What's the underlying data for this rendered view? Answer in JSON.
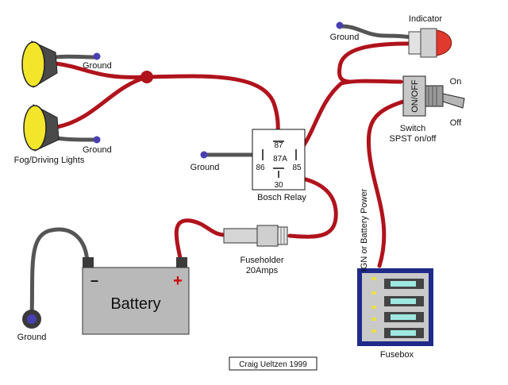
{
  "labels": {
    "indicator": "Indicator",
    "ground_indicator": "Ground",
    "on": "On",
    "off": "Off",
    "switch_line1": "Switch",
    "switch_line2": "SPST on/off",
    "switch_face": "ON/OFF",
    "ground_lamp_top": "Ground",
    "ground_lamp_bottom": "Ground",
    "fog_lights": "Fog/Driving Lights",
    "ground_relay": "Ground",
    "relay_name": "Bosch Relay",
    "pin_87": "87",
    "pin_87a": "87A",
    "pin_86": "86",
    "pin_85": "85",
    "pin_30": "30",
    "fuseholder_line1": "Fuseholder",
    "fuseholder_line2": "20Amps",
    "ign_power": "IGN or Battery Power",
    "fusebox": "Fusebox",
    "battery": "Battery",
    "battery_minus": "–",
    "battery_plus": "+",
    "ground_battery": "Ground",
    "credit": "Craig Ueltzen 1999"
  },
  "colors": {
    "wire_power": "#b0131c",
    "wire_ground": "#555555",
    "ground_terminal": "#4a3fb0",
    "lamp_lens": "#f3e62a",
    "lamp_body": "#4a4a4a",
    "battery_body": "#b9b9b9",
    "fusebox_frame": "#1f2a8a",
    "fuse": "#9fe8e0",
    "indicator_lamp": "#e0392e"
  }
}
